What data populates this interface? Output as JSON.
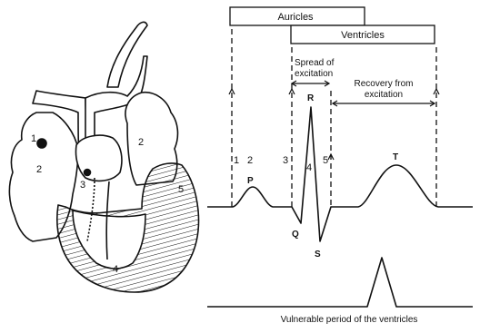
{
  "phases": {
    "auricles_label": "Auricles",
    "ventricles_label": "Ventricles",
    "spread_line1": "Spread of",
    "spread_line2": "excitation",
    "recovery_line1": "Recovery from",
    "recovery_line2": "excitation"
  },
  "waves": {
    "p": "P",
    "q": "Q",
    "r": "R",
    "s": "S",
    "t": "T"
  },
  "ecg_numbers": {
    "n1": "1",
    "n2": "2",
    "n3": "3",
    "n4": "4",
    "n5": "5"
  },
  "heart_numbers": {
    "h1": "1",
    "h2_left": "2",
    "h2_right": "2",
    "h3": "3",
    "h4": "4",
    "h5": "5"
  },
  "caption": "Vulnerable period of the ventricles"
}
